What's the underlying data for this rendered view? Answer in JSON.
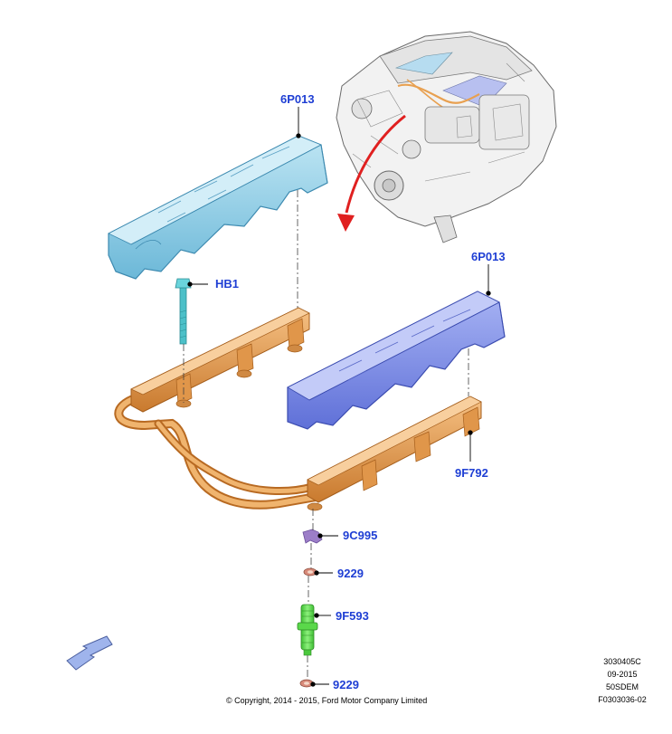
{
  "callouts": {
    "cover_left": "6P013",
    "bolt": "HB1",
    "cover_right": "6P013",
    "fuel_rail": "9F792",
    "clip": "9C995",
    "seal_upper": "9229",
    "injector": "9F593",
    "seal_lower": "9229"
  },
  "footer": {
    "copyright": "© Copyright, 2014 - 2015, Ford Motor Company Limited"
  },
  "reference": {
    "code": "3030405C",
    "date": "09-2015",
    "model": "50SDEM",
    "figure": "F0303036-02"
  },
  "icons": {
    "view_arrow": "direction-arrow-icon",
    "engine": "engine-illustration"
  },
  "colors": {
    "callout": "#1f3fd4",
    "cover_left": "#8fd0e8",
    "cover_right": "#7f8fe8",
    "fuel_rail": "#e8a050",
    "injector": "#58d848",
    "clip": "#9c7ec8",
    "seal": "#d88a7a",
    "pointer_arrow": "#e02020"
  }
}
